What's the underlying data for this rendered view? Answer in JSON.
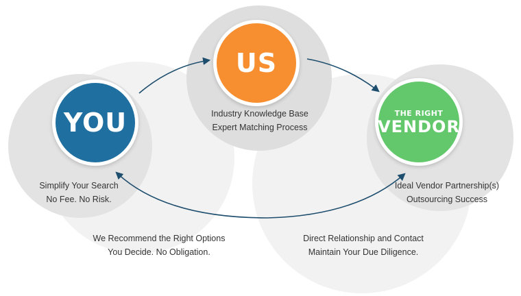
{
  "colors": {
    "you": "#1F6FA1",
    "us": "#F78E2F",
    "vendor": "#62C86B",
    "arrow": "#1E4E6E",
    "bg_dark": "#DCDCDC",
    "bg_light": "#F1F1F1"
  },
  "nodes": {
    "you": {
      "label": "YOU"
    },
    "us": {
      "label": "US"
    },
    "vendor": {
      "label_small": "THE RIGHT",
      "label_big": "VENDOR"
    }
  },
  "captions": {
    "us": [
      "Industry Knowledge Base",
      "Expert Matching Process"
    ],
    "you": [
      "Simplify Your Search",
      "No Fee. No Risk."
    ],
    "vendor": [
      "Ideal Vendor Partnership(s)",
      "Outsourcing Success"
    ],
    "left_bottom": [
      "We Recommend the Right Options",
      "You Decide. No Obligation."
    ],
    "right_bottom": [
      "Direct Relationship and Contact",
      "Maintain Your Due Diligence."
    ]
  }
}
